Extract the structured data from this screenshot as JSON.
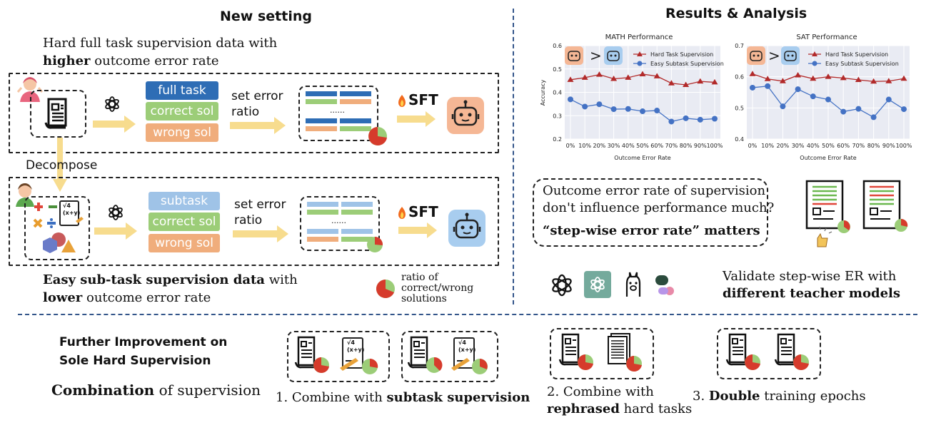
{
  "colors": {
    "dark_blue": "#2e6db5",
    "light_blue": "#9fc3e7",
    "green": "#9ccd78",
    "orange": "#f0ad7c",
    "arrow": "#f7dc8e",
    "divider": "#33558a",
    "hard_line": "#b22a2a",
    "easy_line": "#4472c4",
    "plot_bg": "#e9ebf3"
  },
  "left": {
    "title": "New setting",
    "hard_desc_1": "Hard full task supervision data with",
    "hard_desc_2_bold": "higher",
    "hard_desc_2_rest": " outcome error rate",
    "hard_tags": [
      "full task",
      "correct sol",
      "wrong sol"
    ],
    "set_error_1": "set error",
    "set_error_2": "ratio",
    "dots": "......",
    "sft": "SFT",
    "decompose": "Decompose",
    "easy_tags": [
      "subtask",
      "correct sol",
      "wrong sol"
    ],
    "math_glyph_1": "√4",
    "math_glyph_2": "(x+y)",
    "easy_desc_1_bold": "Easy sub-task supervision data",
    "easy_desc_1_rest": " with",
    "easy_desc_2_bold": "lower",
    "easy_desc_2_rest": " outcome error rate",
    "legend_ratio": [
      "ratio of",
      "correct/wrong",
      "solutions"
    ]
  },
  "right": {
    "title": "Results & Analysis",
    "question_1": "Outcome error rate of supervision",
    "question_2": "don't influence performance much?",
    "stepwise": "“step-wise error rate” matters",
    "validate_1": "Validate step-wise ER with",
    "validate_2_bold": "different teacher models",
    "gt": ">"
  },
  "bottom": {
    "title_1": "Further Improvement on",
    "title_2": "Sole Hard Supervision",
    "combination_bold": "Combination",
    "combination_rest": " of supervision",
    "item1_pre": "1. Combine with ",
    "item1_bold": "subtask supervision",
    "item2_line1": "2. Combine with",
    "item2_bold": "rephrased",
    "item2_rest": " hard tasks",
    "item3_pre": "3. ",
    "item3_bold": "Double",
    "item3_rest": " training epochs"
  },
  "chart_data": [
    {
      "type": "line",
      "title": "MATH Performance",
      "xlabel": "Outcome Error Rate",
      "ylabel": "Accuracy",
      "categories": [
        "0%",
        "10%",
        "20%",
        "30%",
        "40%",
        "50%",
        "60%",
        "70%",
        "80%",
        "90%",
        "100%"
      ],
      "ylim": [
        0.2,
        0.6
      ],
      "yticks": [
        "0.2",
        "0.3",
        "0.4",
        "0.5",
        "0.6"
      ],
      "grid": true,
      "legend_position": "top-right",
      "series": [
        {
          "name": "Hard Task Supervision",
          "marker": "triangle",
          "values": [
            0.454,
            0.463,
            0.476,
            0.458,
            0.463,
            0.478,
            0.469,
            0.439,
            0.432,
            0.447,
            0.443
          ]
        },
        {
          "name": "Easy Subtask Supervision",
          "marker": "circle",
          "values": [
            0.37,
            0.339,
            0.349,
            0.328,
            0.329,
            0.319,
            0.322,
            0.275,
            0.289,
            0.283,
            0.287
          ]
        }
      ]
    },
    {
      "type": "line",
      "title": "SAT Performance",
      "xlabel": "Outcome Error Rate",
      "ylabel": "",
      "categories": [
        "0%",
        "10%",
        "20%",
        "30%",
        "40%",
        "50%",
        "60%",
        "70%",
        "80%",
        "90%",
        "100%"
      ],
      "ylim": [
        0.4,
        0.7
      ],
      "yticks": [
        "0.4",
        "0.5",
        "0.6",
        "0.7"
      ],
      "grid": true,
      "legend_position": "top-right",
      "series": [
        {
          "name": "Hard Task Supervision",
          "marker": "triangle",
          "values": [
            0.609,
            0.593,
            0.586,
            0.605,
            0.594,
            0.6,
            0.596,
            0.59,
            0.585,
            0.586,
            0.594
          ]
        },
        {
          "name": "Easy Subtask Supervision",
          "marker": "circle",
          "values": [
            0.565,
            0.57,
            0.505,
            0.56,
            0.537,
            0.527,
            0.488,
            0.497,
            0.47,
            0.527,
            0.496
          ]
        }
      ]
    }
  ]
}
